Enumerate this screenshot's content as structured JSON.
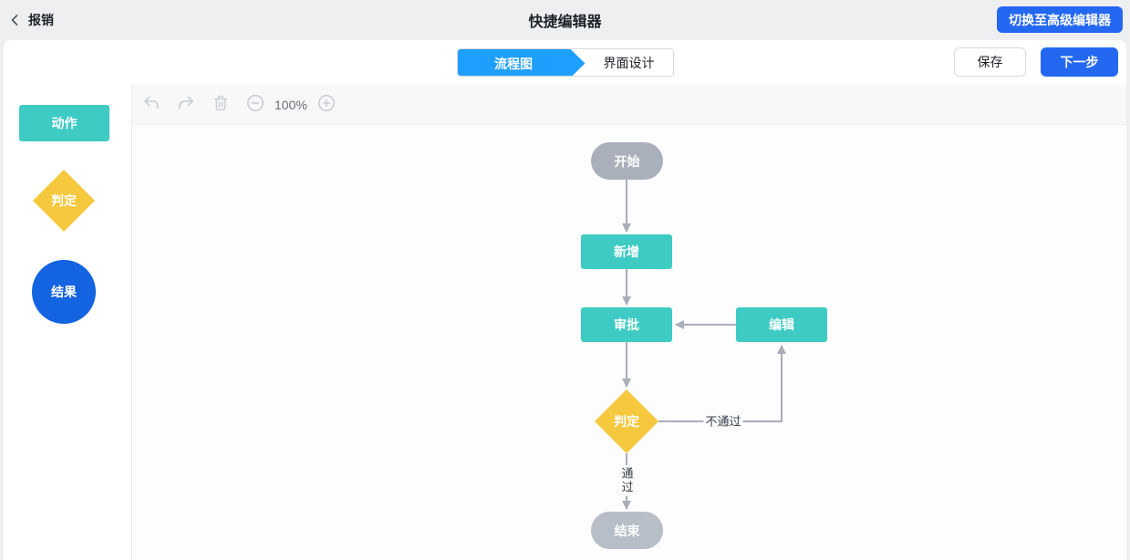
{
  "topbar": {
    "back_label": "报销",
    "title": "快捷编辑器",
    "switch_button_label": "切换至高级编辑器"
  },
  "header": {
    "tabs": [
      {
        "label": "流程图",
        "active": true
      },
      {
        "label": "界面设计",
        "active": false
      }
    ],
    "save_label": "保存",
    "next_label": "下一步"
  },
  "palette": {
    "items": [
      {
        "label": "动作",
        "shape": "rect",
        "color": "#3ecbc3"
      },
      {
        "label": "判定",
        "shape": "diamond",
        "color": "#f6c83d"
      },
      {
        "label": "结果",
        "shape": "circle",
        "color": "#1463e0"
      }
    ]
  },
  "toolbar": {
    "icons": [
      "undo-icon",
      "redo-icon",
      "trash-icon",
      "zoom-out-icon",
      "zoom-in-icon"
    ],
    "zoom_level": "100%"
  },
  "flowchart": {
    "nodes": [
      {
        "id": "start",
        "label": "开始",
        "type": "terminal-start",
        "color": "#aab0bb"
      },
      {
        "id": "add",
        "label": "新增",
        "type": "action",
        "color": "#3ecbc3"
      },
      {
        "id": "approve",
        "label": "审批",
        "type": "action",
        "color": "#3ecbc3"
      },
      {
        "id": "edit",
        "label": "编辑",
        "type": "action",
        "color": "#3ecbc3"
      },
      {
        "id": "decision",
        "label": "判定",
        "type": "decision",
        "color": "#f6c83d"
      },
      {
        "id": "end",
        "label": "结束",
        "type": "terminal-end",
        "color": "#b7bec7"
      }
    ],
    "edges": [
      {
        "from": "start",
        "to": "add",
        "label": ""
      },
      {
        "from": "add",
        "to": "approve",
        "label": ""
      },
      {
        "from": "edit",
        "to": "approve",
        "label": ""
      },
      {
        "from": "approve",
        "to": "decision",
        "label": ""
      },
      {
        "from": "decision",
        "to": "edit",
        "label": "不通过"
      },
      {
        "from": "decision",
        "to": "end",
        "label": "通过"
      }
    ]
  },
  "colors": {
    "accent_blue": "#2468f2",
    "tab_active_blue": "#1e9fff",
    "action_teal": "#3ecbc3",
    "decision_yellow": "#f6c83d",
    "result_blue": "#1463e0",
    "start_gray": "#aab0bb",
    "end_gray": "#b7bec7",
    "edge_gray": "#a9aeb8"
  }
}
